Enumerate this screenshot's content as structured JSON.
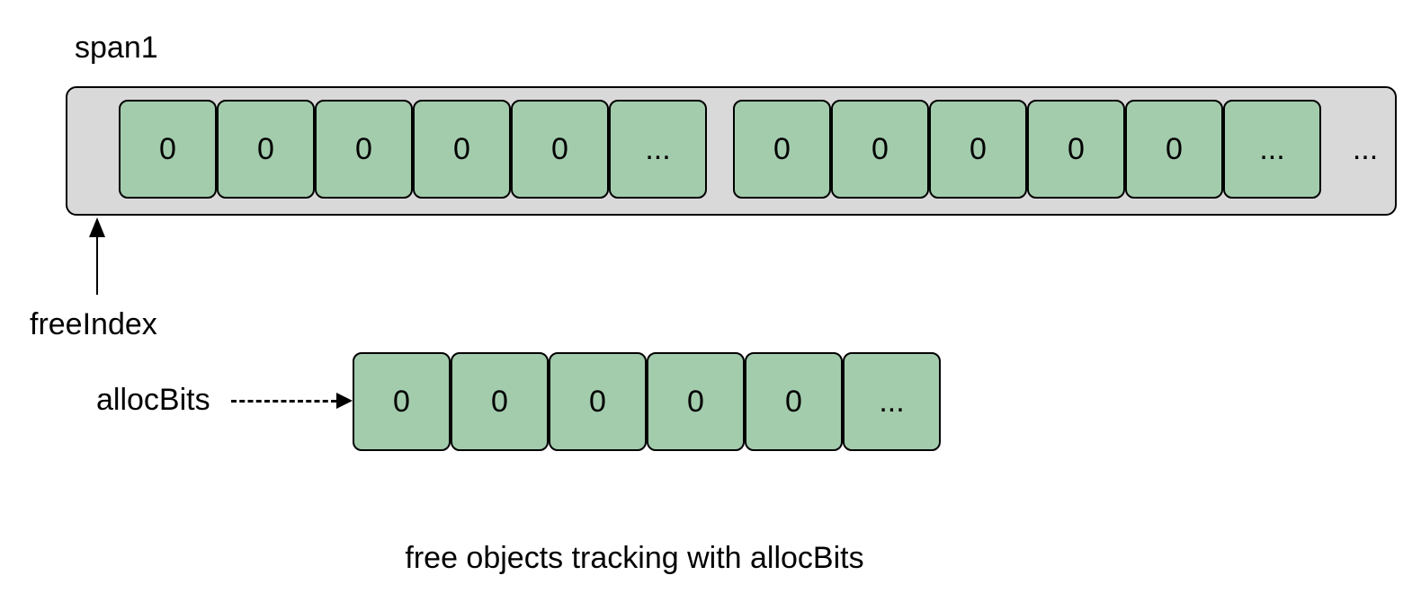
{
  "diagram": {
    "span": {
      "title": "span1",
      "groups": [
        {
          "cells": [
            "0",
            "0",
            "0",
            "0",
            "0",
            "..."
          ]
        },
        {
          "cells": [
            "0",
            "0",
            "0",
            "0",
            "0",
            "..."
          ]
        }
      ],
      "trailing_ellipsis": "..."
    },
    "labels": {
      "free_index": "freeIndex",
      "alloc_bits": "allocBits"
    },
    "alloc_bits_cells": [
      "0",
      "0",
      "0",
      "0",
      "0",
      "..."
    ],
    "caption": "free objects tracking with allocBits",
    "colors": {
      "cell_fill": "#a3ccad",
      "span_fill": "#d9d9d9",
      "stroke": "#000000",
      "background": "#ffffff",
      "text": "#000000"
    }
  }
}
